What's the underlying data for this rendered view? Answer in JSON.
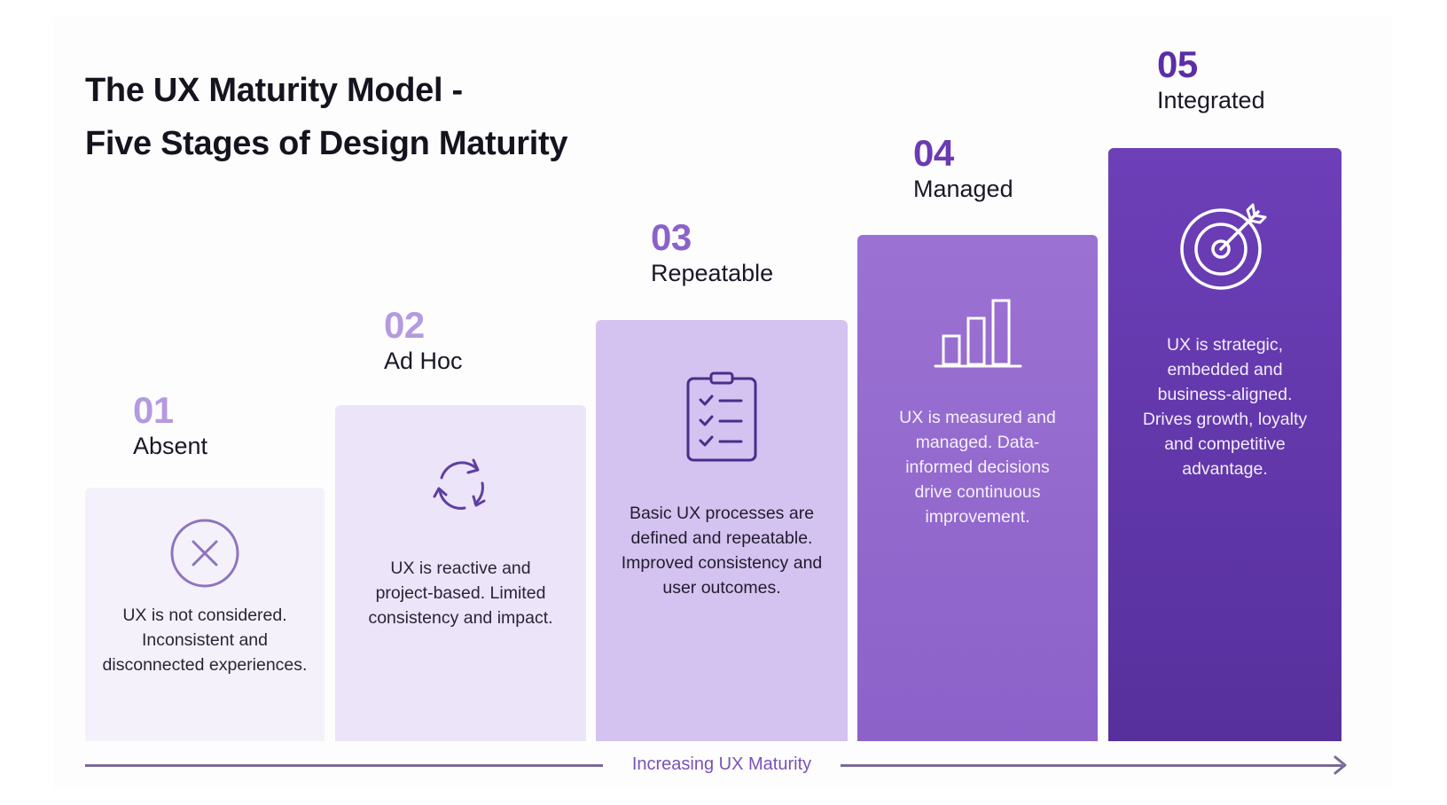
{
  "title": {
    "line1": "The UX Maturity Model -",
    "line2": "Five Stages of Design Maturity"
  },
  "colors": {
    "title": "#16131f",
    "accent": "#7a52b8",
    "stage_number_light": "#b49ae0",
    "stage_number_dark": "#5b2ea8",
    "stage1_fill": "#f4f1fa",
    "stage2_fill": "#ece4f8",
    "stage3_fill": "#d4c2f0",
    "stage4_fill": "#9467cd",
    "stage5_fill": "#6336ad"
  },
  "stages": [
    {
      "number": "01",
      "name": "Absent",
      "icon": "x-circle-icon",
      "description": "UX is not considered. Inconsistent and disconnected experiences."
    },
    {
      "number": "02",
      "name": "Ad Hoc",
      "icon": "refresh-cycle-icon",
      "description": "UX is reactive and project-based. Limited consistency and impact."
    },
    {
      "number": "03",
      "name": "Repeatable",
      "icon": "clipboard-checklist-icon",
      "description": "Basic UX processes are defined and repeatable. Improved consistency and user outcomes."
    },
    {
      "number": "04",
      "name": "Managed",
      "icon": "bar-chart-icon",
      "description": "UX is measured and managed. Data-informed decisions drive continuous improvement."
    },
    {
      "number": "05",
      "name": "Integrated",
      "icon": "target-arrow-icon",
      "description": "UX is strategic, embedded and business-aligned. Drives growth, loyalty and competitive advantage."
    }
  ],
  "axis": {
    "label": "Increasing UX Maturity"
  }
}
